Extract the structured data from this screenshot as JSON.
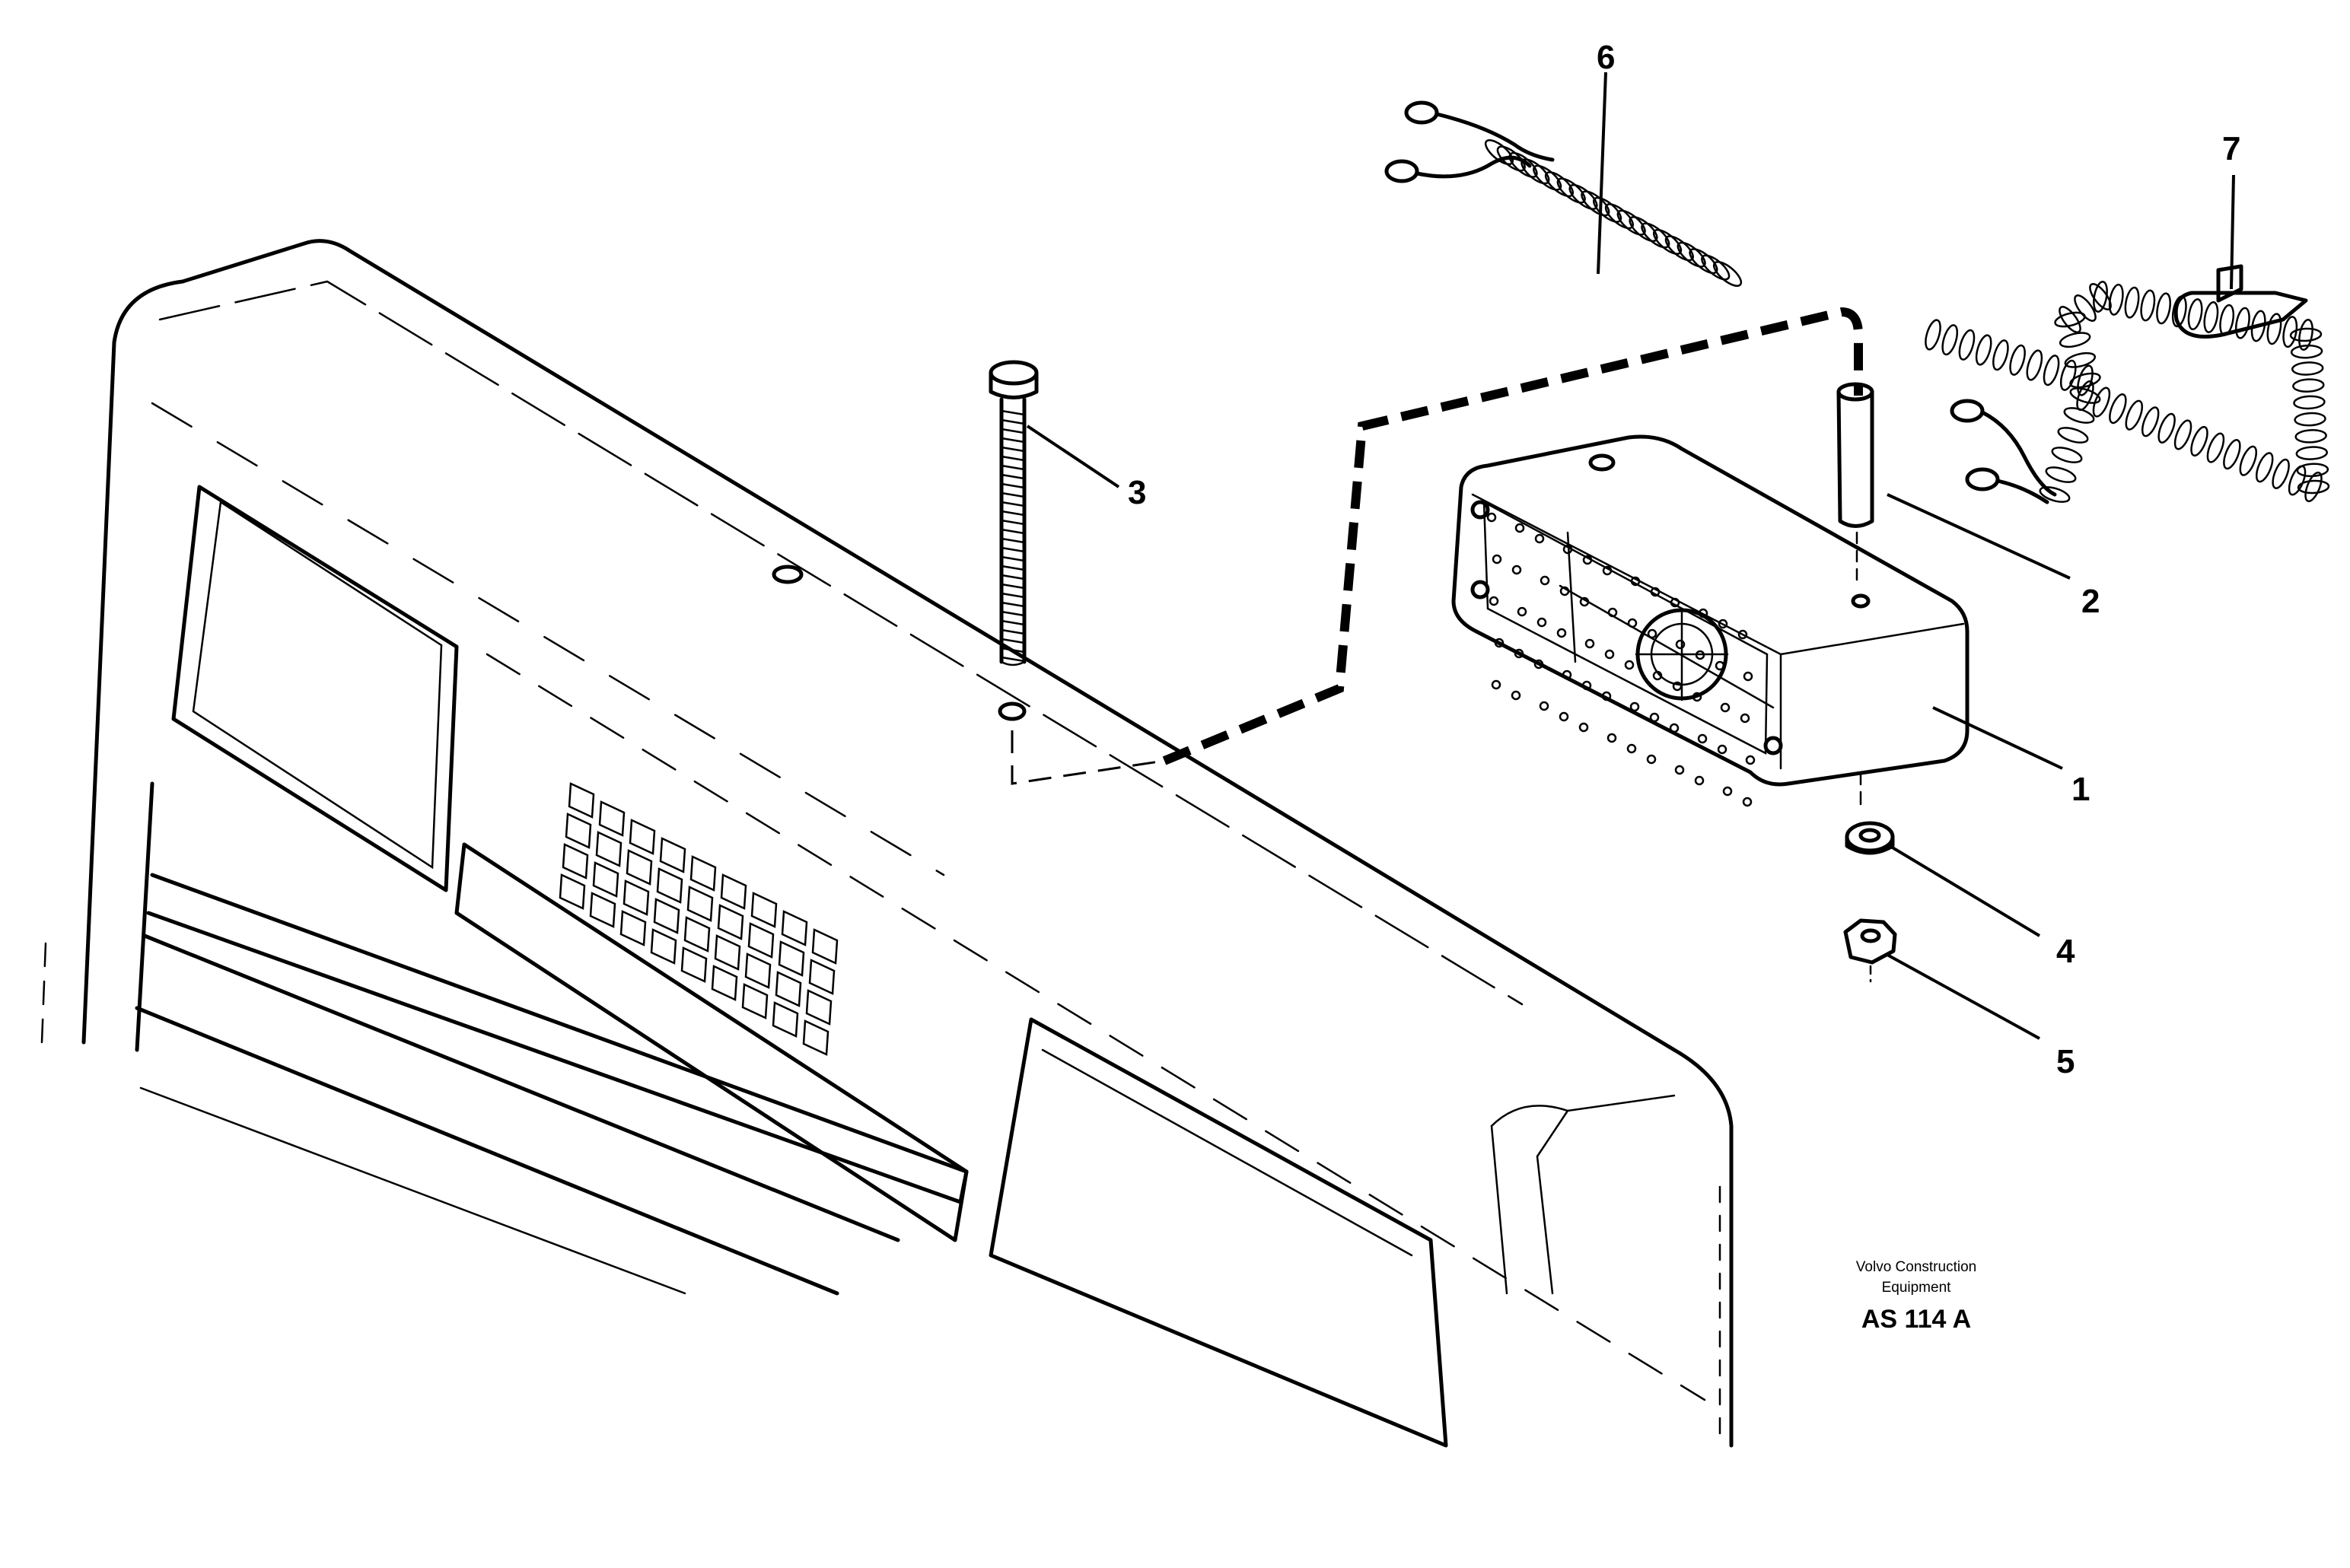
{
  "callouts": {
    "c1": "1",
    "c2": "2",
    "c3": "3",
    "c4": "4",
    "c5": "5",
    "c6": "6",
    "c7": "7"
  },
  "credit": {
    "line1": "Volvo Construction",
    "line2": "Equipment",
    "code": "AS 114 A"
  }
}
